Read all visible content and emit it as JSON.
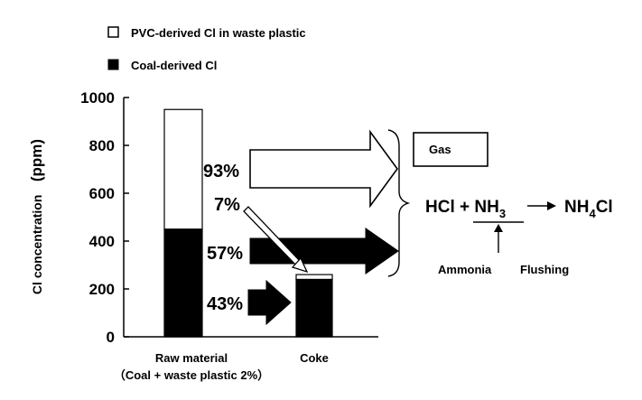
{
  "chart_data": {
    "type": "bar",
    "stacked": true,
    "categories": [
      "Raw material",
      "Coke"
    ],
    "category_sublabels": [
      "（Coal + waste plastic 2%）",
      ""
    ],
    "series": [
      {
        "name": "Coal-derived Cl",
        "values": [
          450,
          240
        ],
        "color": "#000000"
      },
      {
        "name": "PVC-derived Cl in waste plastic",
        "values": [
          500,
          20
        ],
        "color": "#ffffff"
      }
    ],
    "ylabel": "Cl concentration (ppm)",
    "ylabel_parts": [
      "Cl concentration",
      "(ppm)"
    ],
    "ylim": [
      0,
      1000
    ],
    "yticks": [
      0,
      200,
      400,
      600,
      800,
      1000
    ],
    "legend_position": "top-left",
    "annotations": {
      "arrow_pct_gas_pvc": "93%",
      "arrow_pct_coke_pvc": "7%",
      "arrow_pct_gas_coal": "57%",
      "arrow_pct_coke_coal": "43%",
      "gas_box": "Gas",
      "hcl": "HCl + NH",
      "hcl_sub": "3",
      "product": "NH",
      "product_sub": "4",
      "product_tail": "Cl",
      "ammonia": "Ammonia",
      "flushing": "Flushing"
    }
  }
}
